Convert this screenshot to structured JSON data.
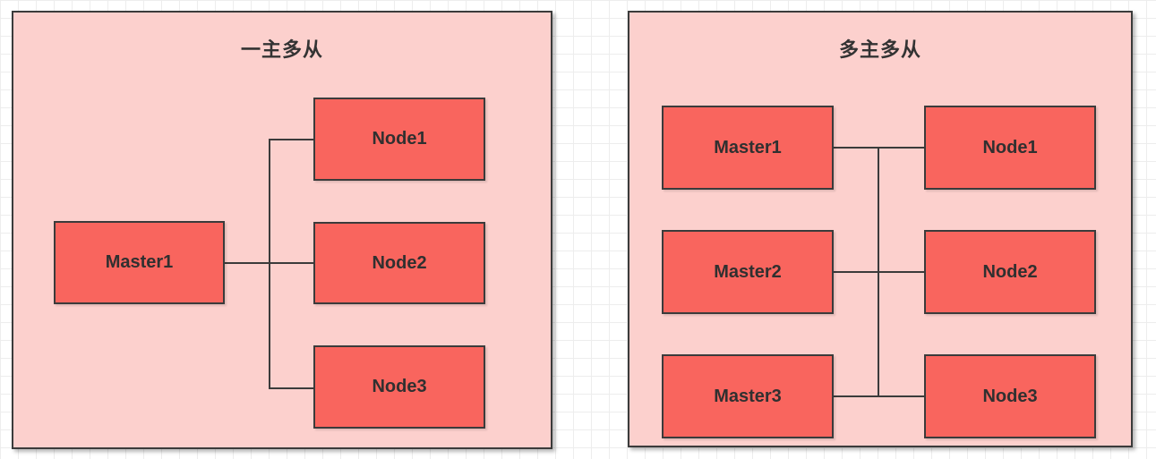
{
  "colors": {
    "panel_fill": "#fcd0cd",
    "box_fill": "#f9655e",
    "stroke": "#3b3b3b",
    "label_text": "#303030",
    "grid_line": "#ededed"
  },
  "left_panel": {
    "title": "一主多从",
    "master": {
      "label": "Master1"
    },
    "nodes": [
      {
        "label": "Node1"
      },
      {
        "label": "Node2"
      },
      {
        "label": "Node3"
      }
    ],
    "edges": [
      {
        "from": "Master1",
        "to": "Node1"
      },
      {
        "from": "Master1",
        "to": "Node2"
      },
      {
        "from": "Master1",
        "to": "Node3"
      }
    ]
  },
  "right_panel": {
    "title": "多主多从",
    "masters": [
      {
        "label": "Master1"
      },
      {
        "label": "Master2"
      },
      {
        "label": "Master3"
      }
    ],
    "nodes": [
      {
        "label": "Node1"
      },
      {
        "label": "Node2"
      },
      {
        "label": "Node3"
      }
    ],
    "edges": [
      {
        "from": "Master1",
        "to": "Node1"
      },
      {
        "from": "Master2",
        "to": "Node2"
      },
      {
        "from": "Master3",
        "to": "Node3"
      }
    ],
    "bus_connects_all_rows": true
  }
}
